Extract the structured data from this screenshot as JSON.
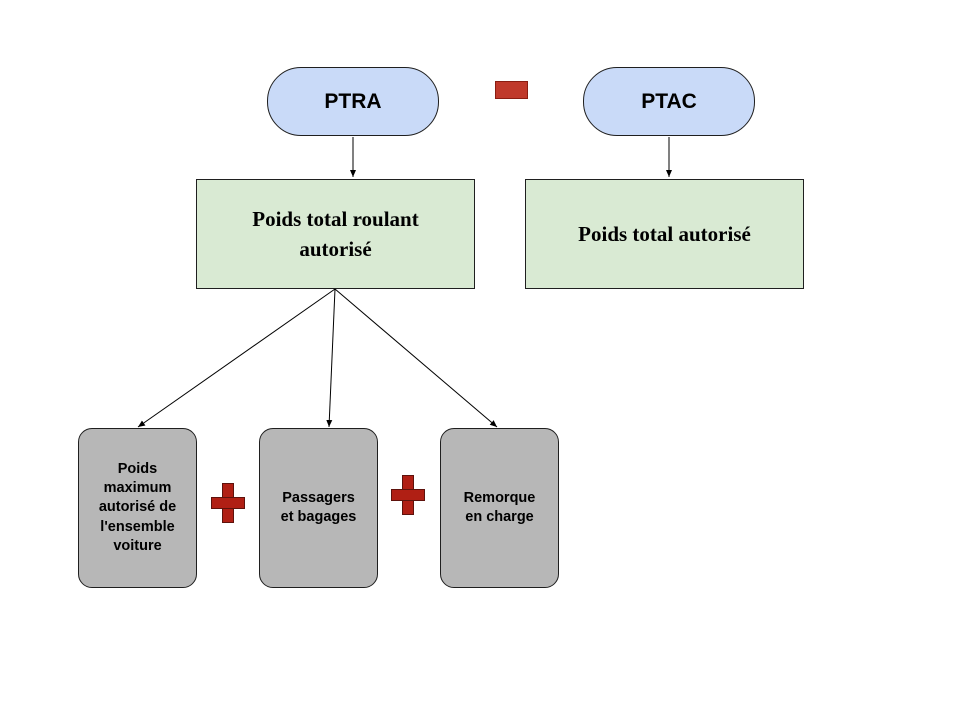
{
  "colors": {
    "pill_fill": "#c9daf8",
    "rect_fill": "#d9ead3",
    "card_fill": "#b7b7b7",
    "operator_red": "#c0392b",
    "plus_red": "#b01f14",
    "edge": "#000000"
  },
  "nodes": {
    "ptra": {
      "label": "PTRA"
    },
    "ptac": {
      "label": "PTAC"
    },
    "ptra_def": {
      "line1": "Poids total roulant",
      "line2": "autorisé"
    },
    "ptac_def": {
      "label": "Poids total autorisé"
    },
    "card_a": {
      "lines": [
        "Poids",
        "maximum",
        "autorisé de",
        "l'ensemble",
        "voiture"
      ]
    },
    "card_b": {
      "lines": [
        "Passagers",
        "et bagages"
      ]
    },
    "card_c": {
      "lines": [
        "Remorque",
        "en charge"
      ]
    }
  },
  "operators": {
    "between_ptra_ptac": "minus",
    "between_cards": [
      "plus",
      "plus"
    ]
  },
  "edges": [
    {
      "from": "ptra",
      "to": "ptra_def"
    },
    {
      "from": "ptac",
      "to": "ptac_def"
    },
    {
      "from": "ptra_def",
      "to": "card_a"
    },
    {
      "from": "ptra_def",
      "to": "card_b"
    },
    {
      "from": "ptra_def",
      "to": "card_c"
    }
  ]
}
